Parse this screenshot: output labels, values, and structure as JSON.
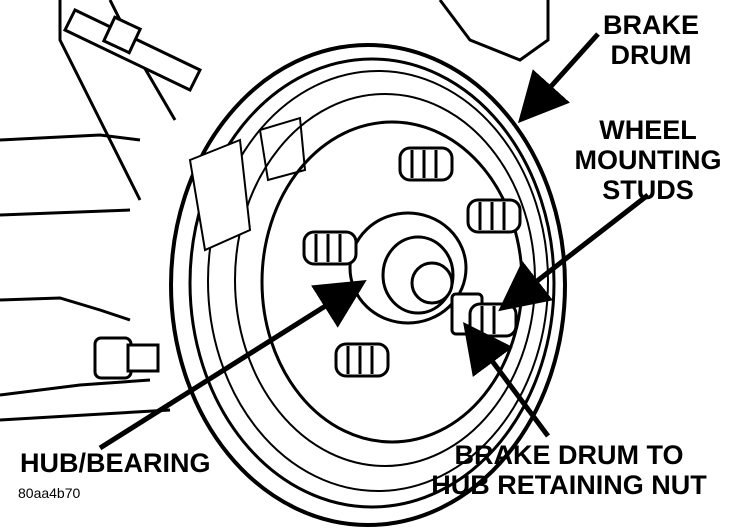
{
  "labels": {
    "brake_drum": [
      "BRAKE",
      "DRUM"
    ],
    "wheel_mounting_studs": [
      "WHEEL",
      "MOUNTING",
      "STUDS"
    ],
    "hub_bearing": "HUB/BEARING",
    "retaining_nut": [
      "BRAKE DRUM TO",
      "HUB RETAINING NUT"
    ],
    "figure_code": "80aa4b70"
  },
  "colors": {
    "ink": "#000000",
    "paper": "#ffffff"
  }
}
